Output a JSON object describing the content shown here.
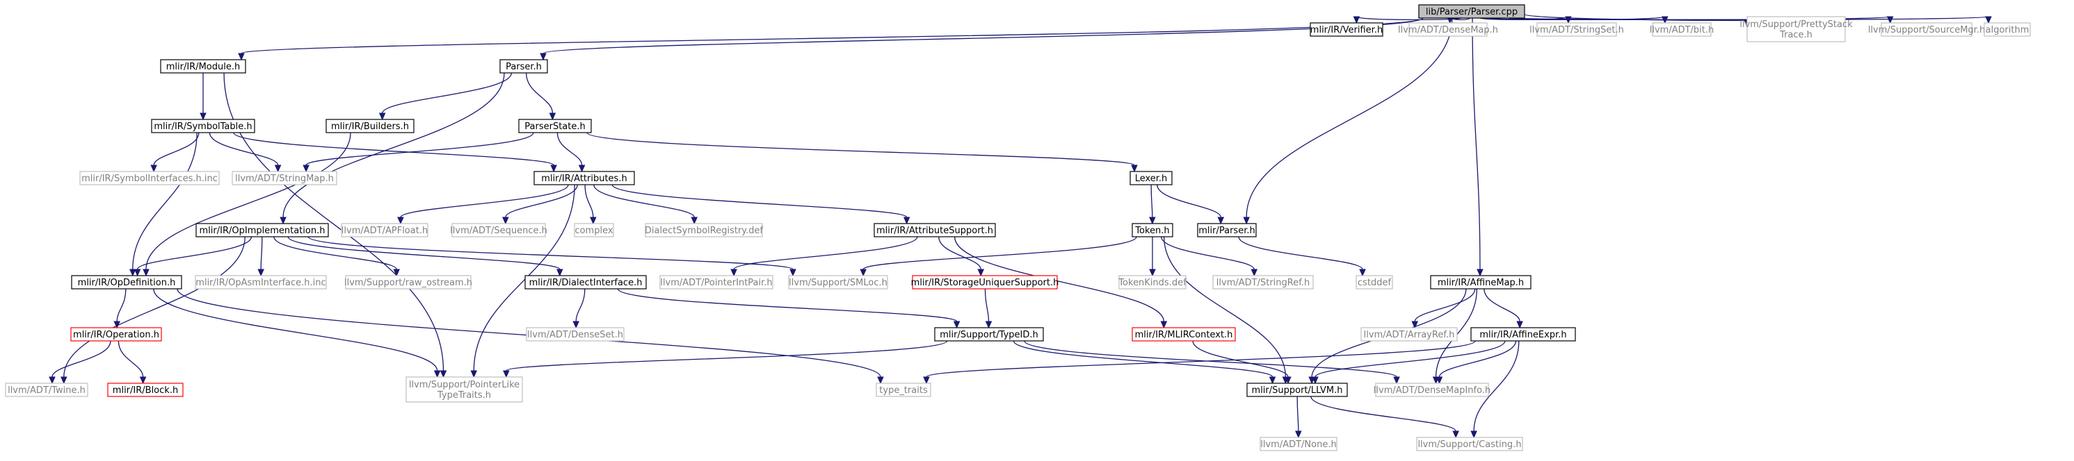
{
  "colors": {
    "edge": "#191970",
    "root_fill": "#bfbfbf",
    "border_internal": "#000000",
    "border_external": "#bfbfbf",
    "border_incomplete": "#ff0000",
    "text_internal": "#000000",
    "text_external": "#808080"
  },
  "nodes": [
    {
      "id": "n_root",
      "lines": [
        "lib/Parser/Parser.cpp"
      ],
      "kind": "root"
    },
    {
      "id": "n_module",
      "lines": [
        "mlir/IR/Module.h"
      ],
      "kind": "internal"
    },
    {
      "id": "n_parser_h",
      "lines": [
        "Parser.h"
      ],
      "kind": "internal"
    },
    {
      "id": "n_verifier",
      "lines": [
        "mlir/IR/Verifier.h"
      ],
      "kind": "internal"
    },
    {
      "id": "n_densemap",
      "lines": [
        "llvm/ADT/DenseMap.h"
      ],
      "kind": "external"
    },
    {
      "id": "n_stringset",
      "lines": [
        "llvm/ADT/StringSet.h"
      ],
      "kind": "external"
    },
    {
      "id": "n_bit",
      "lines": [
        "llvm/ADT/bit.h"
      ],
      "kind": "external"
    },
    {
      "id": "n_prettystack",
      "lines": [
        "llvm/Support/PrettyStack",
        "Trace.h"
      ],
      "kind": "external"
    },
    {
      "id": "n_sourcemgr",
      "lines": [
        "llvm/Support/SourceMgr.h"
      ],
      "kind": "external"
    },
    {
      "id": "n_algorithm",
      "lines": [
        "algorithm"
      ],
      "kind": "external"
    },
    {
      "id": "n_symboltable",
      "lines": [
        "mlir/IR/SymbolTable.h"
      ],
      "kind": "internal"
    },
    {
      "id": "n_builders",
      "lines": [
        "mlir/IR/Builders.h"
      ],
      "kind": "internal"
    },
    {
      "id": "n_parserstate",
      "lines": [
        "ParserState.h"
      ],
      "kind": "internal"
    },
    {
      "id": "n_symbolinterfaces",
      "lines": [
        "mlir/IR/SymbolInterfaces.h.inc"
      ],
      "kind": "external"
    },
    {
      "id": "n_stringmap",
      "lines": [
        "llvm/ADT/StringMap.h"
      ],
      "kind": "external"
    },
    {
      "id": "n_attributes",
      "lines": [
        "mlir/IR/Attributes.h"
      ],
      "kind": "internal"
    },
    {
      "id": "n_lexer",
      "lines": [
        "Lexer.h"
      ],
      "kind": "internal"
    },
    {
      "id": "n_apfloat",
      "lines": [
        "llvm/ADT/APFloat.h"
      ],
      "kind": "external"
    },
    {
      "id": "n_sequence",
      "lines": [
        "llvm/ADT/Sequence.h"
      ],
      "kind": "external"
    },
    {
      "id": "n_complex",
      "lines": [
        "complex"
      ],
      "kind": "external"
    },
    {
      "id": "n_dialectsymreg",
      "lines": [
        "DialectSymbolRegistry.def"
      ],
      "kind": "external"
    },
    {
      "id": "n_opimpl",
      "lines": [
        "mlir/IR/OpImplementation.h"
      ],
      "kind": "internal"
    },
    {
      "id": "n_attrsupport",
      "lines": [
        "mlir/IR/AttributeSupport.h"
      ],
      "kind": "internal"
    },
    {
      "id": "n_token",
      "lines": [
        "Token.h"
      ],
      "kind": "internal"
    },
    {
      "id": "n_mlirparser",
      "lines": [
        "mlir/Parser.h"
      ],
      "kind": "internal"
    },
    {
      "id": "n_opdef",
      "lines": [
        "mlir/IR/OpDefinition.h"
      ],
      "kind": "internal"
    },
    {
      "id": "n_opasminc",
      "lines": [
        "mlir/IR/OpAsmInterface.h.inc"
      ],
      "kind": "external"
    },
    {
      "id": "n_rawostream",
      "lines": [
        "llvm/Support/raw_ostream.h"
      ],
      "kind": "external"
    },
    {
      "id": "n_dialectinterface",
      "lines": [
        "mlir/IR/DialectInterface.h"
      ],
      "kind": "internal"
    },
    {
      "id": "n_pointerintpair",
      "lines": [
        "llvm/ADT/PointerIntPair.h"
      ],
      "kind": "external"
    },
    {
      "id": "n_smloc",
      "lines": [
        "llvm/Support/SMLoc.h"
      ],
      "kind": "external"
    },
    {
      "id": "n_storageuniquer",
      "lines": [
        "mlir/IR/StorageUniquerSupport.h"
      ],
      "kind": "incomplete"
    },
    {
      "id": "n_tokenkinds",
      "lines": [
        "TokenKinds.def"
      ],
      "kind": "external"
    },
    {
      "id": "n_stringref",
      "lines": [
        "llvm/ADT/StringRef.h"
      ],
      "kind": "external"
    },
    {
      "id": "n_cstddef",
      "lines": [
        "cstddef"
      ],
      "kind": "external"
    },
    {
      "id": "n_affinemap",
      "lines": [
        "mlir/IR/AffineMap.h"
      ],
      "kind": "internal"
    },
    {
      "id": "n_operation",
      "lines": [
        "mlir/IR/Operation.h"
      ],
      "kind": "incomplete"
    },
    {
      "id": "n_denseset",
      "lines": [
        "llvm/ADT/DenseSet.h"
      ],
      "kind": "external"
    },
    {
      "id": "n_typeid",
      "lines": [
        "mlir/Support/TypeID.h"
      ],
      "kind": "internal"
    },
    {
      "id": "n_mlircontext",
      "lines": [
        "mlir/IR/MLIRContext.h"
      ],
      "kind": "incomplete"
    },
    {
      "id": "n_arrayref",
      "lines": [
        "llvm/ADT/ArrayRef.h"
      ],
      "kind": "external"
    },
    {
      "id": "n_affineexpr",
      "lines": [
        "mlir/IR/AffineExpr.h"
      ],
      "kind": "internal"
    },
    {
      "id": "n_twine",
      "lines": [
        "llvm/ADT/Twine.h"
      ],
      "kind": "external"
    },
    {
      "id": "n_block",
      "lines": [
        "mlir/IR/Block.h"
      ],
      "kind": "incomplete"
    },
    {
      "id": "n_pointerlike",
      "lines": [
        "llvm/Support/PointerLike",
        "TypeTraits.h"
      ],
      "kind": "external"
    },
    {
      "id": "n_typetraits",
      "lines": [
        "type_traits"
      ],
      "kind": "external"
    },
    {
      "id": "n_llvm",
      "lines": [
        "mlir/Support/LLVM.h"
      ],
      "kind": "internal"
    },
    {
      "id": "n_densemapinfo",
      "lines": [
        "llvm/ADT/DenseMapInfo.h"
      ],
      "kind": "external"
    },
    {
      "id": "n_none",
      "lines": [
        "llvm/ADT/None.h"
      ],
      "kind": "external"
    },
    {
      "id": "n_casting",
      "lines": [
        "llvm/Support/Casting.h"
      ],
      "kind": "external"
    }
  ],
  "edges": [
    [
      "n_root",
      "n_module"
    ],
    [
      "n_root",
      "n_parser_h"
    ],
    [
      "n_root",
      "n_verifier"
    ],
    [
      "n_root",
      "n_densemap"
    ],
    [
      "n_root",
      "n_stringset"
    ],
    [
      "n_root",
      "n_bit"
    ],
    [
      "n_root",
      "n_prettystack"
    ],
    [
      "n_root",
      "n_sourcemgr"
    ],
    [
      "n_root",
      "n_algorithm"
    ],
    [
      "n_root",
      "n_mlirparser"
    ],
    [
      "n_root",
      "n_affinemap"
    ],
    [
      "n_module",
      "n_symboltable"
    ],
    [
      "n_module",
      "n_pointerlike"
    ],
    [
      "n_parser_h",
      "n_builders"
    ],
    [
      "n_parser_h",
      "n_parserstate"
    ],
    [
      "n_parser_h",
      "n_opimpl"
    ],
    [
      "n_symboltable",
      "n_symbolinterfaces"
    ],
    [
      "n_symboltable",
      "n_stringmap"
    ],
    [
      "n_symboltable",
      "n_attributes"
    ],
    [
      "n_symboltable",
      "n_opdef"
    ],
    [
      "n_builders",
      "n_opdef"
    ],
    [
      "n_parserstate",
      "n_stringmap"
    ],
    [
      "n_parserstate",
      "n_attributes"
    ],
    [
      "n_parserstate",
      "n_lexer"
    ],
    [
      "n_attributes",
      "n_apfloat"
    ],
    [
      "n_attributes",
      "n_sequence"
    ],
    [
      "n_attributes",
      "n_complex"
    ],
    [
      "n_attributes",
      "n_dialectsymreg"
    ],
    [
      "n_attributes",
      "n_attrsupport"
    ],
    [
      "n_attributes",
      "n_pointerlike"
    ],
    [
      "n_lexer",
      "n_token"
    ],
    [
      "n_lexer",
      "n_mlirparser"
    ],
    [
      "n_opimpl",
      "n_opdef"
    ],
    [
      "n_opimpl",
      "n_opasminc"
    ],
    [
      "n_opimpl",
      "n_rawostream"
    ],
    [
      "n_opimpl",
      "n_dialectinterface"
    ],
    [
      "n_opimpl",
      "n_smloc"
    ],
    [
      "n_opimpl",
      "n_twine"
    ],
    [
      "n_attrsupport",
      "n_pointerintpair"
    ],
    [
      "n_attrsupport",
      "n_storageuniquer"
    ],
    [
      "n_attrsupport",
      "n_mlircontext"
    ],
    [
      "n_token",
      "n_smloc"
    ],
    [
      "n_token",
      "n_tokenkinds"
    ],
    [
      "n_token",
      "n_stringref"
    ],
    [
      "n_token",
      "n_llvm"
    ],
    [
      "n_mlirparser",
      "n_cstddef"
    ],
    [
      "n_opdef",
      "n_operation"
    ],
    [
      "n_opdef",
      "n_pointerlike"
    ],
    [
      "n_opdef",
      "n_typetraits"
    ],
    [
      "n_operation",
      "n_twine"
    ],
    [
      "n_operation",
      "n_block"
    ],
    [
      "n_dialectinterface",
      "n_denseset"
    ],
    [
      "n_dialectinterface",
      "n_typeid"
    ],
    [
      "n_storageuniquer",
      "n_typeid"
    ],
    [
      "n_typeid",
      "n_pointerlike"
    ],
    [
      "n_typeid",
      "n_llvm"
    ],
    [
      "n_typeid",
      "n_densemapinfo"
    ],
    [
      "n_mlircontext",
      "n_llvm"
    ],
    [
      "n_affinemap",
      "n_arrayref"
    ],
    [
      "n_affinemap",
      "n_affineexpr"
    ],
    [
      "n_affinemap",
      "n_llvm"
    ],
    [
      "n_affinemap",
      "n_densemapinfo"
    ],
    [
      "n_affineexpr",
      "n_llvm"
    ],
    [
      "n_affineexpr",
      "n_densemapinfo"
    ],
    [
      "n_affineexpr",
      "n_casting"
    ],
    [
      "n_affineexpr",
      "n_typetraits"
    ],
    [
      "n_llvm",
      "n_none"
    ],
    [
      "n_llvm",
      "n_casting"
    ]
  ]
}
